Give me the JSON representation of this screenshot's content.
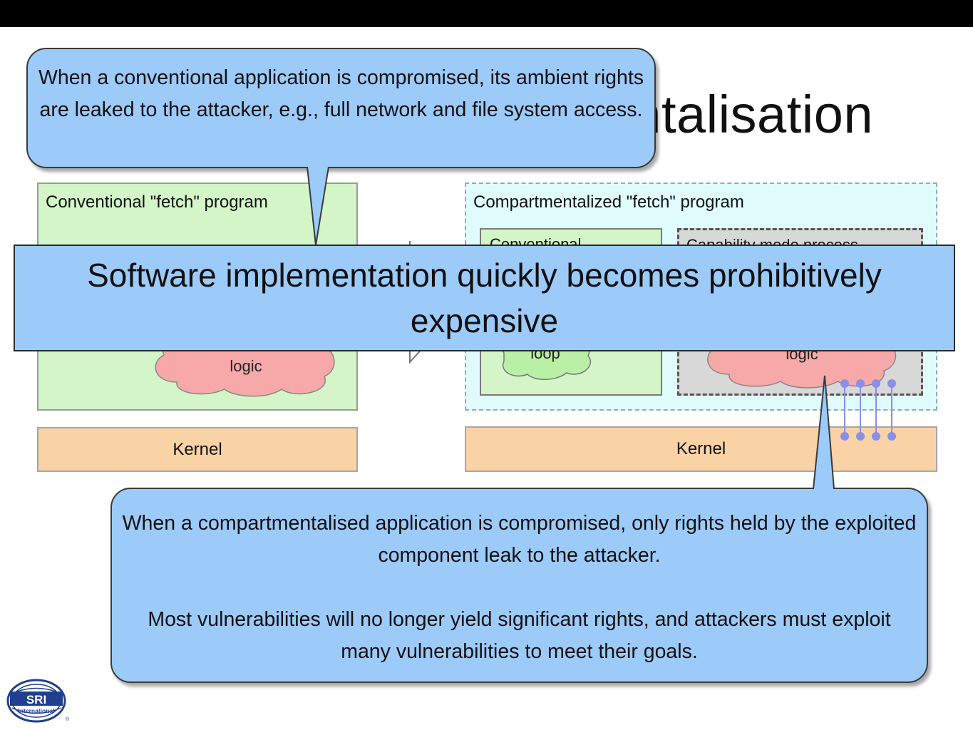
{
  "slide": {
    "title": "Compartmentalisation"
  },
  "diagram": {
    "left": {
      "program_label": "Conventional \"fetch\" program",
      "cloud_label": "logic",
      "kernel_label": "Kernel"
    },
    "right": {
      "program_label": "Compartmentalized \"fetch\" program",
      "conventional_box_label": "Conventional",
      "capability_box_label": "Capability mode process",
      "green_cloud_label": "loop",
      "pink_cloud_label": "logic",
      "kernel_label": "Kernel"
    }
  },
  "callouts": {
    "top": "When a conventional application is compromised, its ambient rights are leaked to the attacker, e.g., full network and file system access.",
    "bottom_p1": "When a compartmentalised application is compromised, only rights held by the exploited component leak to the attacker.",
    "bottom_p2": "Most vulnerabilities will no longer yield significant rights, and attackers must exploit many vulnerabilities to meet their goals."
  },
  "banner": {
    "text": "Software implementation quickly becomes prohibitively expensive"
  },
  "logo": {
    "text_main": "SRI",
    "text_sub": "International"
  },
  "colors": {
    "callout_fill": "#9ccbfa",
    "program_green": "#d3f5c8",
    "kernel_orange": "#f9d2a6",
    "cloud_pink": "#f7a8a8",
    "compartment_cyan": "#e0fbfb"
  }
}
